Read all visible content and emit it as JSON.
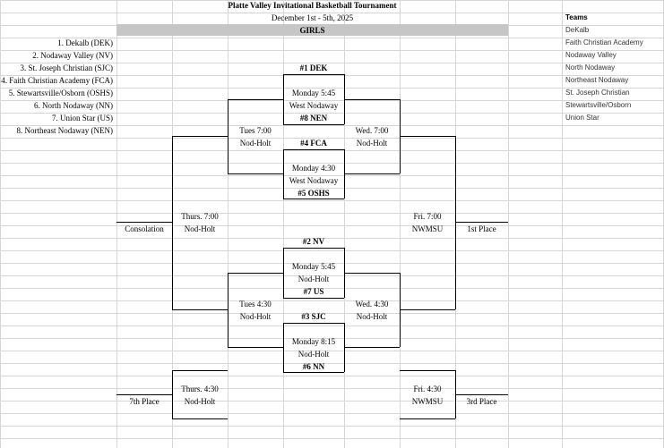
{
  "title": "Platte Valley Invitational Basketball Tournament",
  "dates": "December 1st - 5th, 2025",
  "division": "GIRLS",
  "seeds": [
    "1. Dekalb (DEK)",
    "2. Nodaway Valley (NV)",
    "3. St. Joseph Christian (SJC)",
    "4. Faith Christian Academy (FCA)",
    "5. Stewartsville/Osborn (OSHS)",
    "6. North Nodaway (NN)",
    "7. Union Star (US)",
    "8. Northeast Nodaway (NEN)"
  ],
  "teams_header": "Teams",
  "teams": [
    "DeKalb",
    "Faith Christian Academy",
    "Nodaway Valley",
    "North Nodaway",
    "Northeast Nodaway",
    "St. Joseph Christian",
    "Stewartsville/Osborn",
    "Union Star"
  ],
  "first_round": [
    {
      "top": "#1 DEK",
      "time": "Monday 5:45",
      "site": "West Nodaway",
      "bottom": "#8 NEN"
    },
    {
      "top": "#4 FCA",
      "time": "Monday 4:30",
      "site": "West Nodaway",
      "bottom": "#5 OSHS"
    },
    {
      "top": "#2 NV",
      "time": "Monday 5:45",
      "site": "Nod-Holt",
      "bottom": "#7 US"
    },
    {
      "top": "#3 SJC",
      "time": "Monday 8:15",
      "site": "Nod-Holt",
      "bottom": "#6 NN"
    }
  ],
  "left_semis": [
    {
      "time": "Tues 7:00",
      "site": "Nod-Holt"
    },
    {
      "time": "Tues 4:30",
      "site": "Nod-Holt"
    }
  ],
  "right_semis": [
    {
      "time": "Wed. 7:00",
      "site": "Nod-Holt"
    },
    {
      "time": "Wed. 4:30",
      "site": "Nod-Holt"
    }
  ],
  "consolation": {
    "label": "Consolation",
    "time": "Thurs. 7:00",
    "site": "Nod-Holt"
  },
  "championship": {
    "label": "1st Place",
    "time": "Fri. 7:00",
    "site": "NWMSU"
  },
  "seventh": {
    "label": "7th Place",
    "time": "Thurs. 4:30",
    "site": "Nod-Holt"
  },
  "third": {
    "label": "3rd Place",
    "time": "Fri. 4:30",
    "site": "NWMSU"
  }
}
